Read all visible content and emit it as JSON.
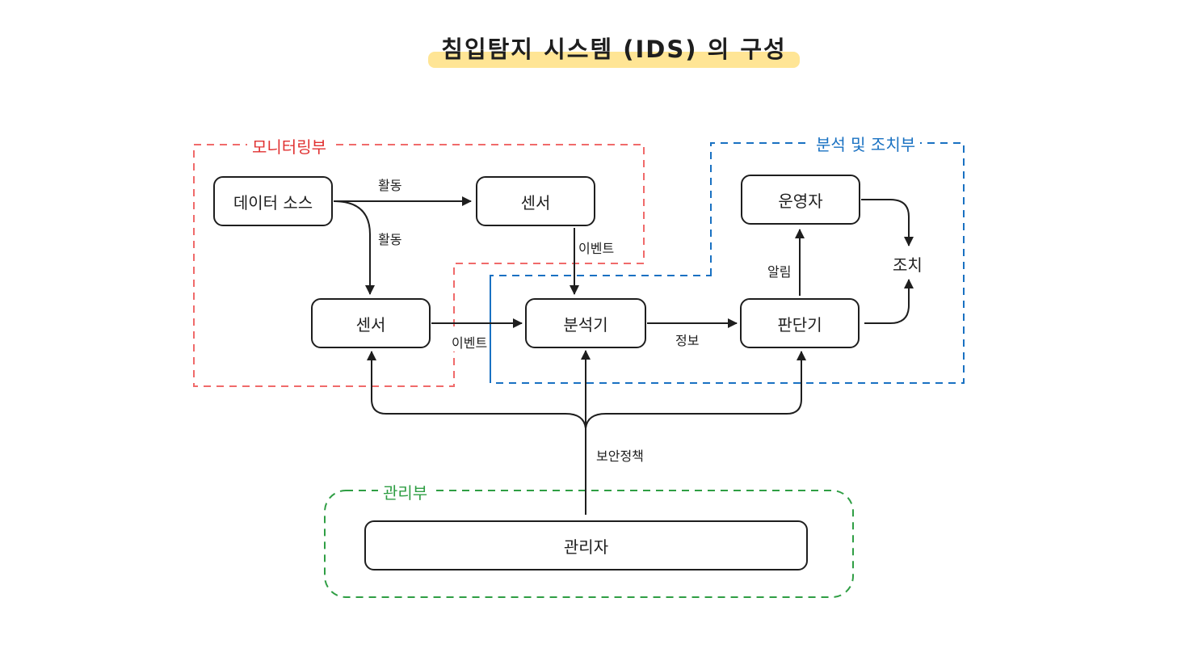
{
  "title": "침입탐지 시스템 (IDS) 의 구성",
  "colors": {
    "monitoring": "#f06a6a",
    "monitoring_label": "#e03131",
    "analysis": "#1971c2",
    "management": "#2f9e44",
    "highlight": "#ffe28a",
    "stroke": "#1e1e1e"
  },
  "groups": {
    "monitoring": "모니터링부",
    "analysis": "분석 및 조치부",
    "management": "관리부"
  },
  "nodes": {
    "data_source": "데이터 소스",
    "sensor_top": "센서",
    "sensor_bottom": "센서",
    "analyzer": "분석기",
    "decider": "판단기",
    "operator": "운영자",
    "admin": "관리자"
  },
  "edge_labels": {
    "activity_right": "활동",
    "activity_down": "활동",
    "event_top": "이벤트",
    "event_bottom": "이벤트",
    "info": "정보",
    "alert": "알림",
    "security_policy": "보안정책"
  },
  "action": "조치"
}
